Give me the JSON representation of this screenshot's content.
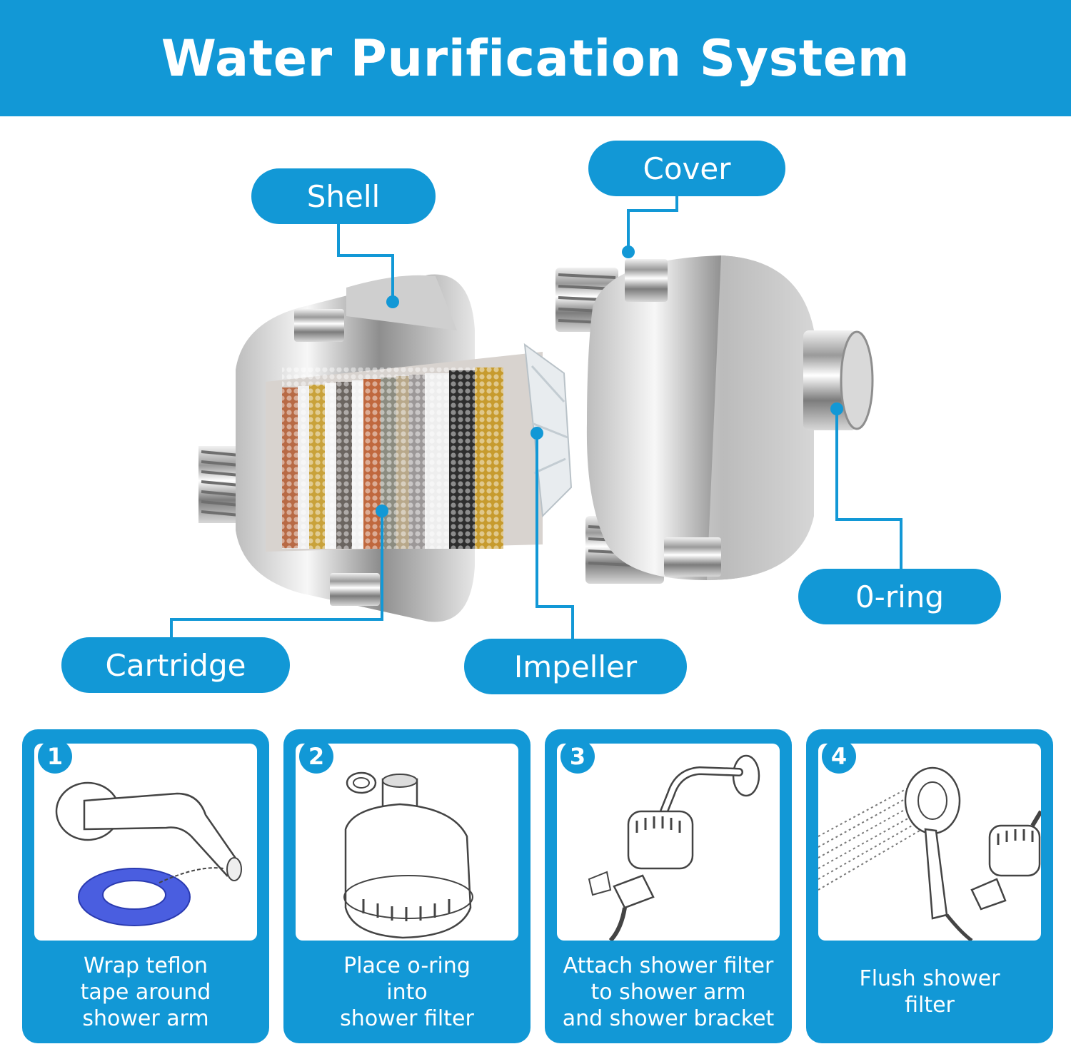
{
  "header": {
    "title": "Water Purification System"
  },
  "labels": {
    "shell": "Shell",
    "cover": "Cover",
    "cartridge": "Cartridge",
    "impeller": "Impeller",
    "oring": "0-ring"
  },
  "steps": [
    {
      "number": "1",
      "caption": "Wrap teflon\ntape around\nshower arm"
    },
    {
      "number": "2",
      "caption": "Place o-ring\ninto\nshower filter"
    },
    {
      "number": "3",
      "caption": "Attach shower filter\nto shower arm\nand shower bracket"
    },
    {
      "number": "4",
      "caption": "Flush shower\nfilter"
    }
  ],
  "colors": {
    "accent": "#1298d6",
    "tape": "#4a5ee0"
  }
}
